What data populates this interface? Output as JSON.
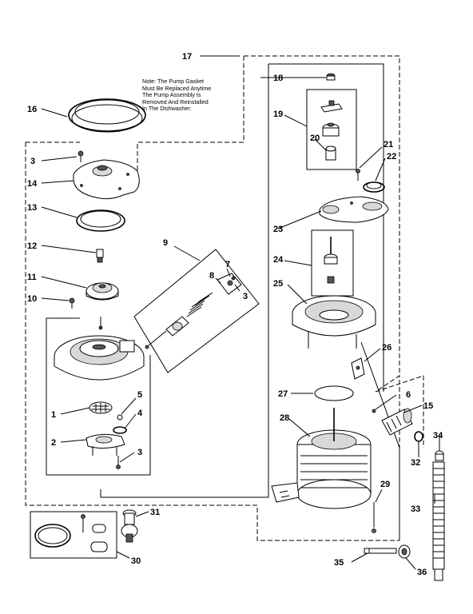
{
  "note": {
    "lines": [
      "Note: The Pump Gasket",
      "Must Be Replaced Anytime",
      "The Pump Assembly Is",
      "Removed And Reinstalled",
      "In The Dishwasher."
    ]
  },
  "callouts": {
    "c1": "1",
    "c2": "2",
    "c3a": "3",
    "c3b": "3",
    "c3c": "3",
    "c4": "4",
    "c5": "5",
    "c6": "6",
    "c7": "7",
    "c8": "8",
    "c9": "9",
    "c10": "10",
    "c11": "11",
    "c12": "12",
    "c13": "13",
    "c14": "14",
    "c15": "15",
    "c16": "16",
    "c17": "17",
    "c18": "18",
    "c19": "19",
    "c20": "20",
    "c21": "21",
    "c22": "22",
    "c23": "23",
    "c24": "24",
    "c25": "25",
    "c26": "26",
    "c27": "27",
    "c28": "28",
    "c29": "29",
    "c30": "30",
    "c31": "31",
    "c32": "32",
    "c33": "33",
    "c34": "34",
    "c35": "35",
    "c36": "36"
  }
}
